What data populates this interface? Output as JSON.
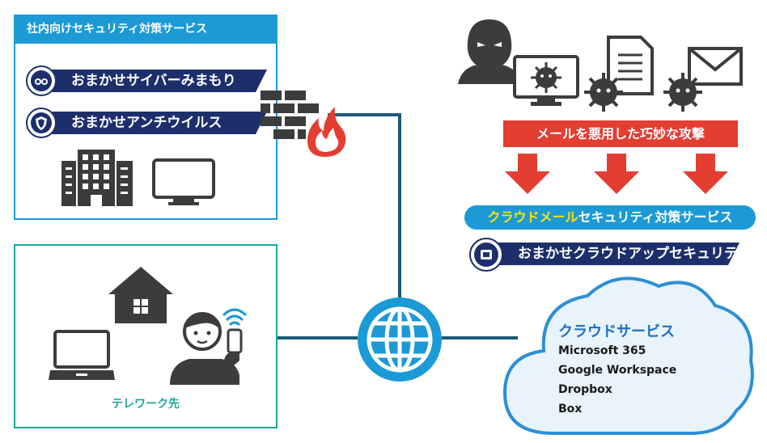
{
  "office": {
    "title": "社内向けセキュリティ対策サービス",
    "product1": "おまかせサイバーみまもり",
    "product2": "おまかせアンチウイルス"
  },
  "telework": {
    "label": "テレワーク先"
  },
  "attack": {
    "banner": "メールを悪用した巧妙な攻撃",
    "service_highlight": "クラウドメール",
    "service_rest": "セキュリティ対策サービス",
    "product": "おまかせクラウドアップセキュリティ"
  },
  "cloud": {
    "title": "クラウドサービス",
    "items": [
      "Microsoft 365",
      "Google Workspace",
      "Dropbox",
      "Box"
    ]
  },
  "colors": {
    "blue": "#1b9ad6",
    "navy": "#1d2f6b",
    "teal": "#1aa89a",
    "red": "#e43d32",
    "dark_gray": "#3c3c3c",
    "line": "#1c5a7a",
    "cloud_fill": "#e8f3fb",
    "cloud_stroke": "#2c8fd6"
  }
}
